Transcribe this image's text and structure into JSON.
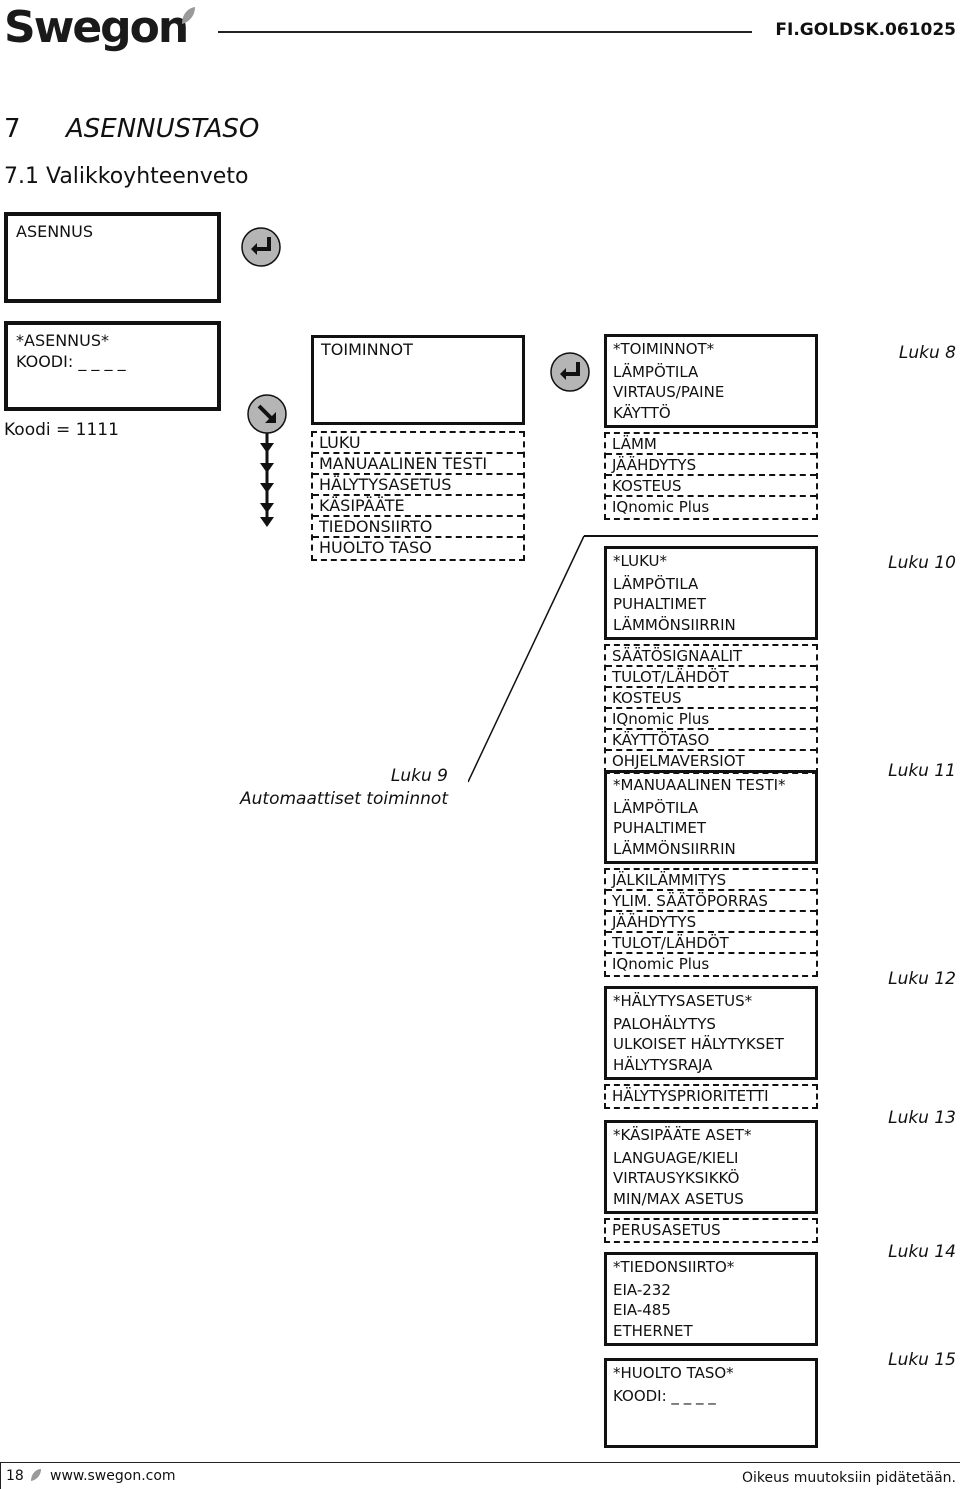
{
  "header": {
    "logo": "Swegon",
    "doc_code": "FI.GOLDSK.061025"
  },
  "section": {
    "number": "7",
    "title": "ASENNUSTASO",
    "subtitle": "7.1 Valikkoyhteenveto"
  },
  "left": {
    "asennus_box": "ASENNUS",
    "code_box": {
      "line1": "*ASENNUS*",
      "line2": "KOODI: _ _ _ _"
    },
    "code_note": "Koodi = 1111"
  },
  "toiminnot_menu": {
    "title": "TOIMINNOT",
    "items": [
      "LUKU",
      "MANUAALINEN TESTI",
      "HÄLYTYSASETUS",
      "KÄSIPÄÄTE",
      "TIEDONSIIRTO",
      "HUOLTO TASO"
    ]
  },
  "luku9": {
    "label": "Luku   9",
    "caption": "Automaattiset toiminnot"
  },
  "menus": [
    {
      "id": "toiminnot",
      "header": [
        "*TOIMINNOT*",
        "LÄMPÖTILA",
        "VIRTAUS/PAINE",
        "KÄYTTÖ"
      ],
      "items": [
        "LÄMM",
        "JÄÄHDYTYS",
        "KOSTEUS",
        "IQnomic Plus"
      ],
      "luku": "Luku   8"
    },
    {
      "id": "luku",
      "header": [
        "*LUKU*",
        "LÄMPÖTILA",
        "PUHALTIMET",
        "LÄMMÖNSIIRRIN"
      ],
      "items": [
        "SÄÄTÖSIGNAALIT",
        "TULOT/LÄHDÖT",
        "KOSTEUS",
        "IQnomic Plus",
        "KÄYTTÖTASO",
        "OHJELMAVERSIOT"
      ],
      "luku": "Luku   10"
    },
    {
      "id": "manuaalinen",
      "header": [
        "*MANUAALINEN TESTI*",
        "LÄMPÖTILA",
        "PUHALTIMET",
        "LÄMMÖNSIIRRIN"
      ],
      "items": [
        "JÄLKILÄMMITYS",
        "YLIM. SÄÄTÖPORRAS",
        "JÄÄHDYTYS",
        "TULOT/LÄHDÖT",
        "IQnomic Plus"
      ],
      "luku": "Luku 11"
    },
    {
      "id": "halytys",
      "header": [
        "*HÄLYTYSASETUS*",
        "PALOHÄLYTYS",
        "ULKOISET HÄLYTYKSET",
        "HÄLYTYSRAJA"
      ],
      "items": [
        "HÄLYTYSPRIORITETTI"
      ],
      "luku": "Luku 12"
    },
    {
      "id": "kasipaate",
      "header": [
        "*KÄSIPÄÄTE ASET*",
        "LANGUAGE/KIELI",
        "VIRTAUSYKSIKKÖ",
        "MIN/MAX ASETUS"
      ],
      "items": [
        "PERUSASETUS"
      ],
      "luku": "Luku 13"
    },
    {
      "id": "tiedonsiirto",
      "header": [
        "*TIEDONSIIRTO*",
        "EIA-232",
        "EIA-485",
        "ETHERNET"
      ],
      "items": [],
      "luku": "Luku 14"
    },
    {
      "id": "huolto",
      "header": [
        "*HUOLTO TASO*",
        "KOODI: _ _ _ _"
      ],
      "items": [],
      "luku": "Luku 15"
    }
  ],
  "footer": {
    "page": "18",
    "url": "www.swegon.com",
    "rights": "Oikeus muutoksiin pidätetään."
  }
}
